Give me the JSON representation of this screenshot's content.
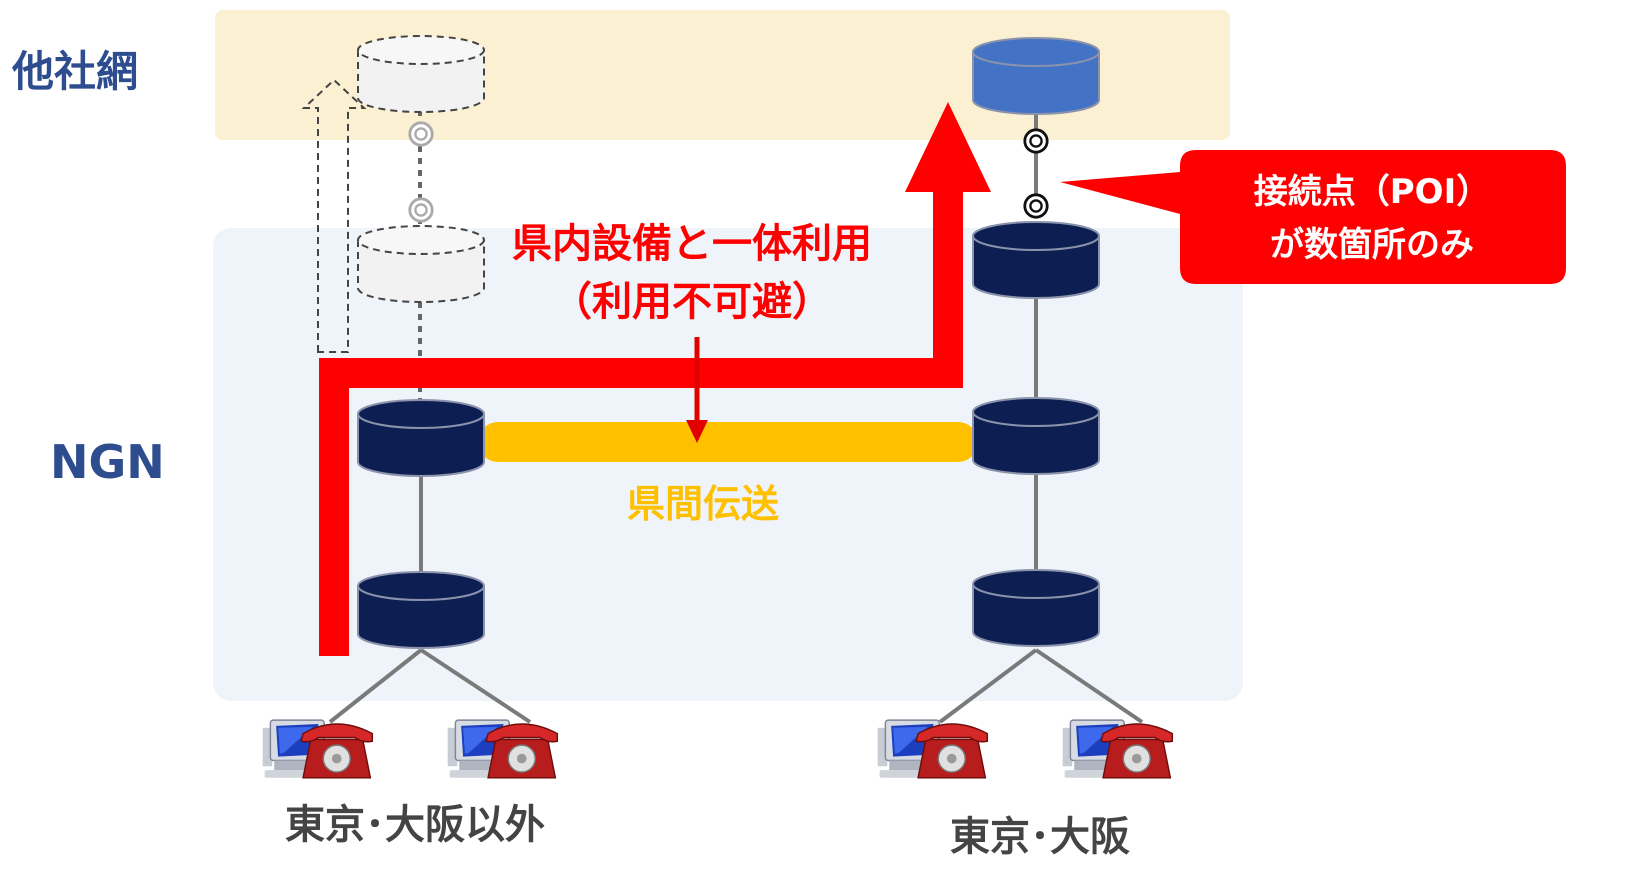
{
  "labels": {
    "other_network": "他社網",
    "ngn": "NGN",
    "integrated_use_line1": "県内設備と一体利用",
    "integrated_use_line2": "（利用不可避）",
    "interprefecture_transmission": "県間伝送",
    "poi_line1": "接続点（POI）",
    "poi_line2": "が数箇所のみ",
    "left_region": "東京･大阪以外",
    "right_region": "東京･大阪"
  },
  "colors": {
    "other_network_bg": "#fbf0d2",
    "ngn_bg": "#eef4fa",
    "router_navy": "#0d1f52",
    "router_blue": "#4472c4",
    "route_red": "#ff0000",
    "transmission_yellow": "#ffc000",
    "label_blue": "#2e4d8f"
  },
  "icons": [
    "phone-icon",
    "computer-icon",
    "poi-connector-icon"
  ]
}
